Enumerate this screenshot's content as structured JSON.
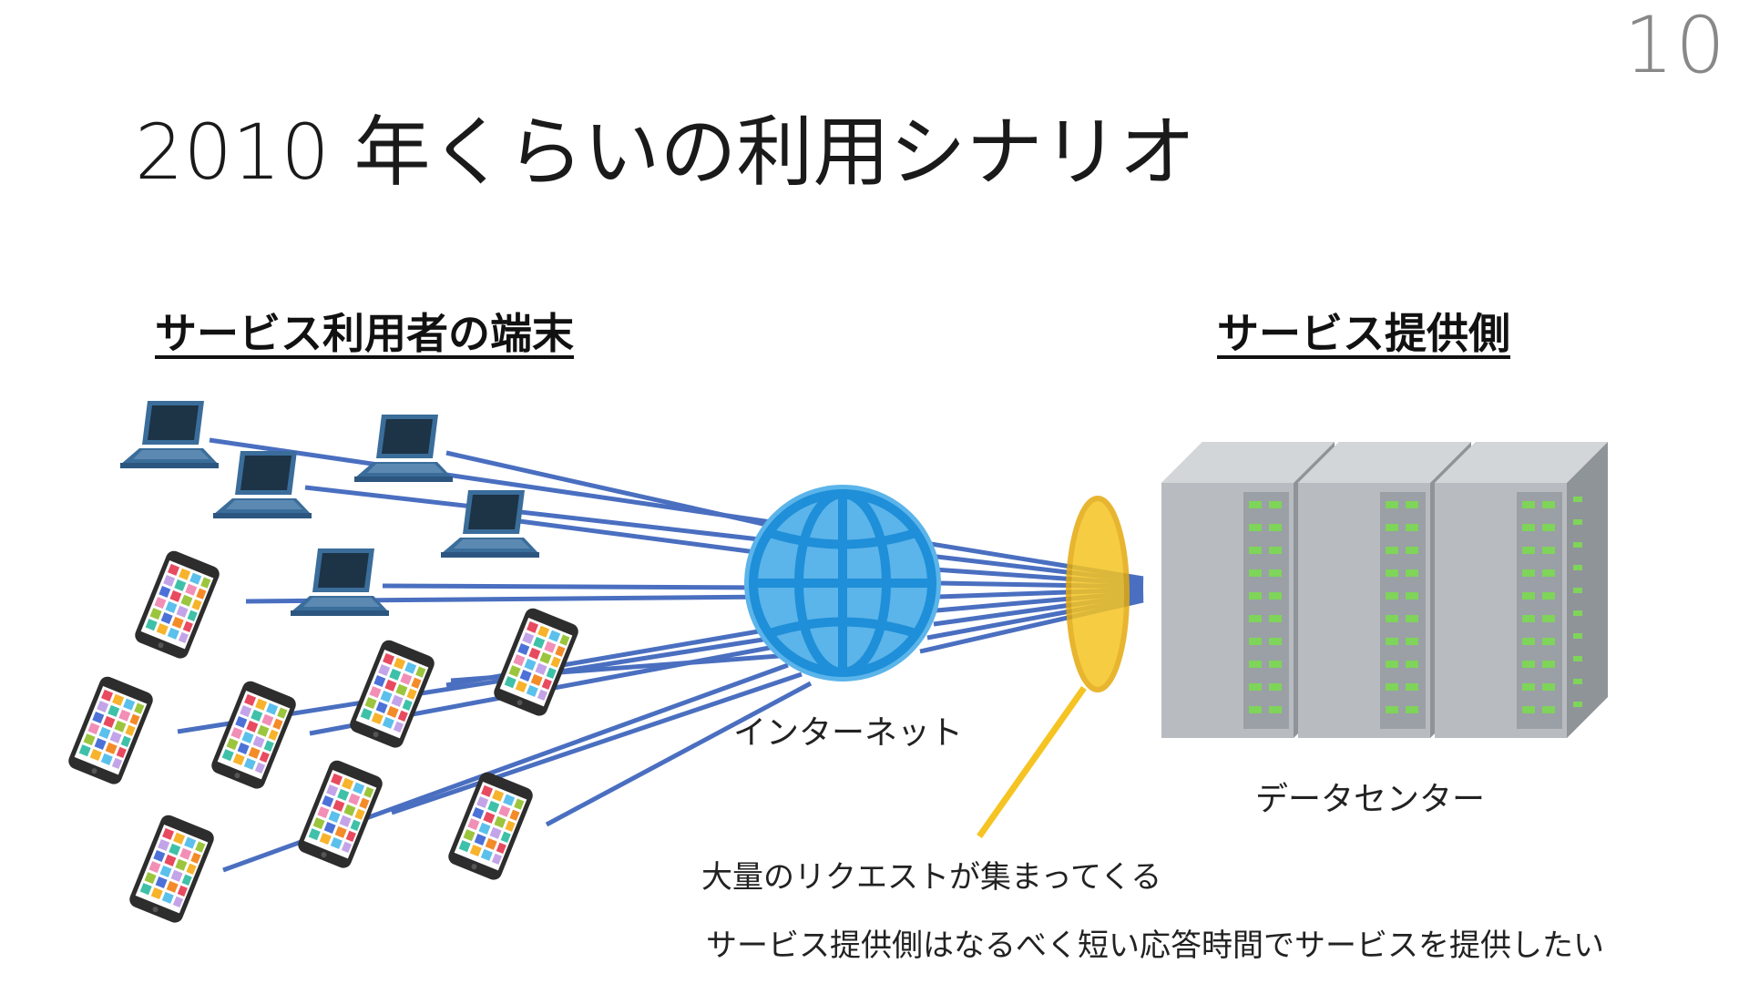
{
  "slide": {
    "page_number": "10",
    "title": "2010 年くらいの利用シナリオ"
  },
  "headings": {
    "users": "サービス利用者の端末",
    "provider": "サービス提供側"
  },
  "labels": {
    "internet": "インターネット",
    "datacenter": "データセンター"
  },
  "captions": {
    "requests": "大量のリクエストが集まってくる",
    "response": "サービス提供側はなるべく短い応答時間でサービスを提供したい"
  },
  "colors": {
    "line": "#4a6fc0",
    "globe": "#5bb4ea",
    "globe_lines": "#1e8fd8",
    "lens": "#f5c423",
    "laptop": "#3a6d9a",
    "screen": "#1d3346",
    "server": "#b8bcc0"
  },
  "icons": {
    "laptop": "laptop-icon",
    "phone": "smartphone-icon",
    "globe": "globe-icon",
    "lens": "magnifying-glass-icon",
    "server": "server-rack-icon"
  }
}
